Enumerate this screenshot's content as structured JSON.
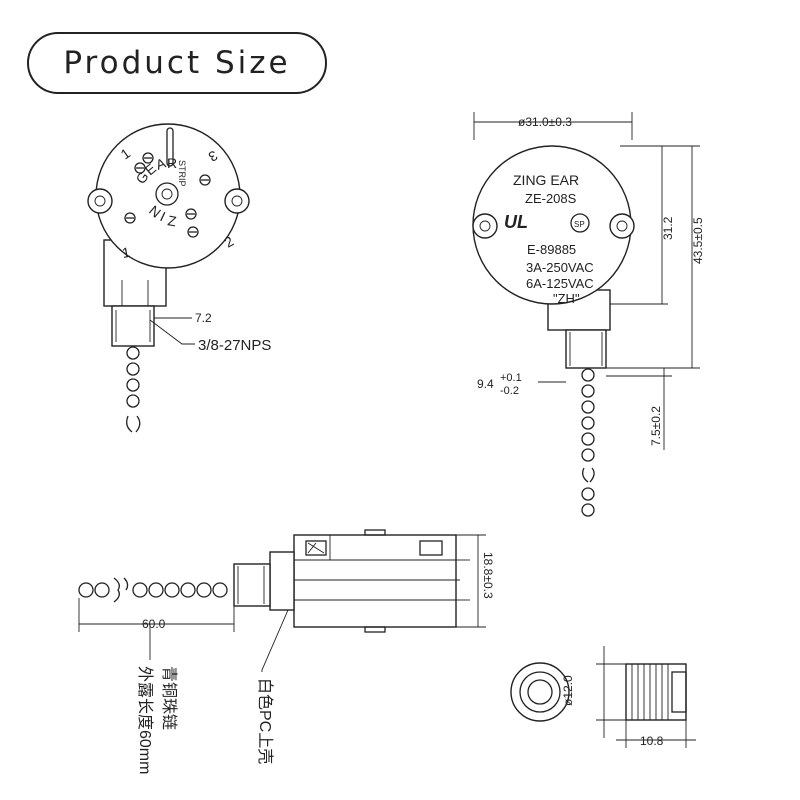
{
  "header": {
    "title": "Product Size"
  },
  "front_view": {
    "gear_text": [
      "G",
      "E",
      "A",
      "R"
    ],
    "niz_text": [
      "N",
      "I",
      "Z"
    ],
    "strip": "STRIP",
    "pos": [
      "1",
      "2",
      "3",
      "1"
    ],
    "dim_7_2": "7.2",
    "thread": "3/8-27NPS"
  },
  "rear_view": {
    "brand": "ZING EAR",
    "model": "ZE-208S",
    "cert": "E-89885",
    "rating1": "3A-250VAC",
    "rating2": "6A-125VAC",
    "code": "\"ZH\"",
    "dia_top": "ø31.0±0.3",
    "dim_31_2": "31.2",
    "dim_43_5": "43.5±0.5",
    "dim_9_4": "9.4",
    "tol_plus": "+0.1",
    "tol_minus": "-0.2",
    "dim_7_5": "7.5±0.2"
  },
  "side_view": {
    "dim_18_8": "18.8±0.3",
    "dim_60": "60.0",
    "label_chain_1": "青铜珠链",
    "label_chain_2": "外露长度60mm",
    "label_shell": "白色PC上壳"
  },
  "nut_view": {
    "dia": "ø12.0",
    "len": "10.8"
  }
}
